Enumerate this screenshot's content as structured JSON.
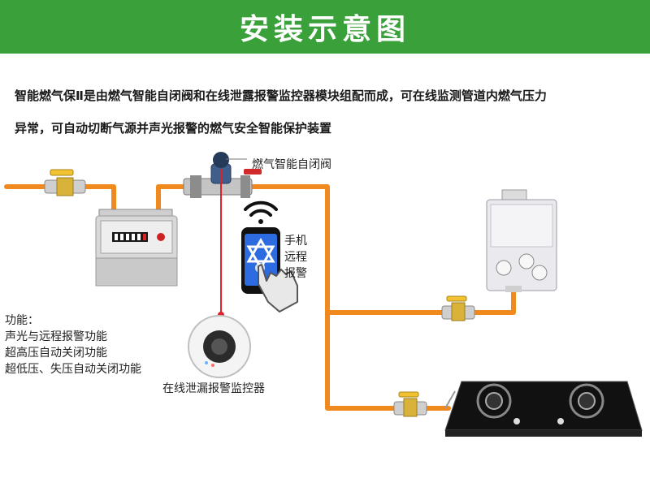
{
  "header": {
    "title": "安装示意图"
  },
  "description": {
    "line1": "智能燃气保Ⅱ是由燃气智能自闭阀和在线泄露报警监控器模块组配而成，可在线监测管道内燃气压力",
    "line2": "异常，可自动切断气源并声光报警的燃气安全智能保护装置"
  },
  "labels": {
    "valve": "燃气智能自闭阀",
    "monitor": "在线泄漏报警监控器",
    "phone_line1": "手机",
    "phone_line2": "远程",
    "phone_line3": "报警"
  },
  "functions": {
    "title": "功能：",
    "items": [
      "声光与远程报警功能",
      "超高压自动关闭功能",
      "超低压、失压自动关闭功能"
    ]
  },
  "colors": {
    "banner": "#3aa03a",
    "pipe": "#f08a1e",
    "laser": "#e0202a",
    "phone_screen": "#2d6be0"
  }
}
